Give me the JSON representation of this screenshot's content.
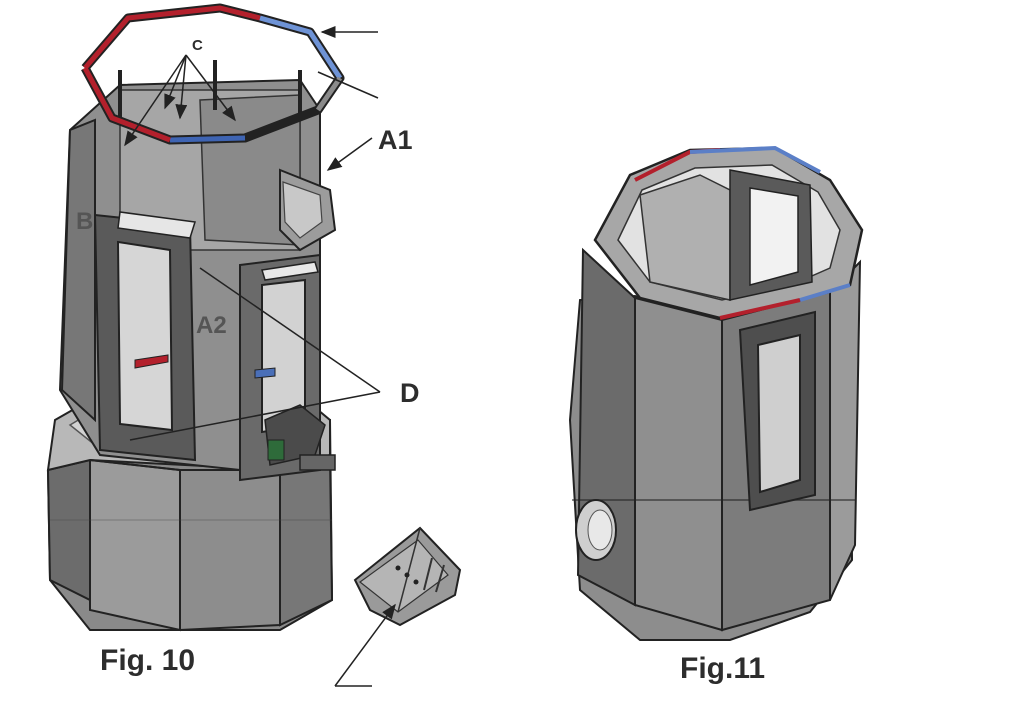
{
  "figures": [
    {
      "caption": "Fig. 10"
    },
    {
      "caption": "Fig.11"
    }
  ],
  "labels": {
    "a1": "A1",
    "a2": "A2",
    "b": "B",
    "c": "C",
    "d": "D"
  },
  "colors": {
    "body": "#8d8d8d",
    "body_dark": "#5f5f5f",
    "body_light": "#b4b4b4",
    "outline": "#2a2a2a",
    "red_segment": "#b3202c",
    "blue_segment": "#4a6fb8"
  }
}
